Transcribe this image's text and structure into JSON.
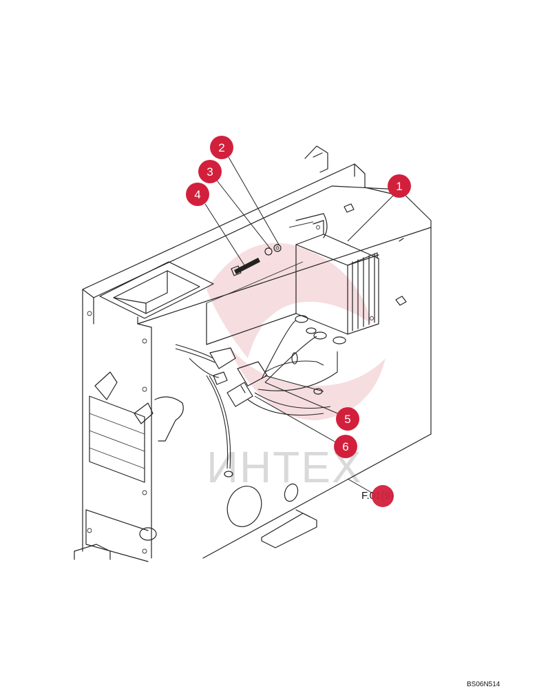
{
  "diagram": {
    "watermark": {
      "text": "ИНТЕХ",
      "color": "#f0c2c6"
    },
    "callouts": [
      {
        "label": "1"
      },
      {
        "label": "2"
      },
      {
        "label": "3"
      },
      {
        "label": "4"
      },
      {
        "label": "5"
      },
      {
        "label": "6"
      }
    ],
    "callout_color": "#d2203c",
    "reference_label": "F.01(9)",
    "drawing_code": "BS06N514"
  }
}
